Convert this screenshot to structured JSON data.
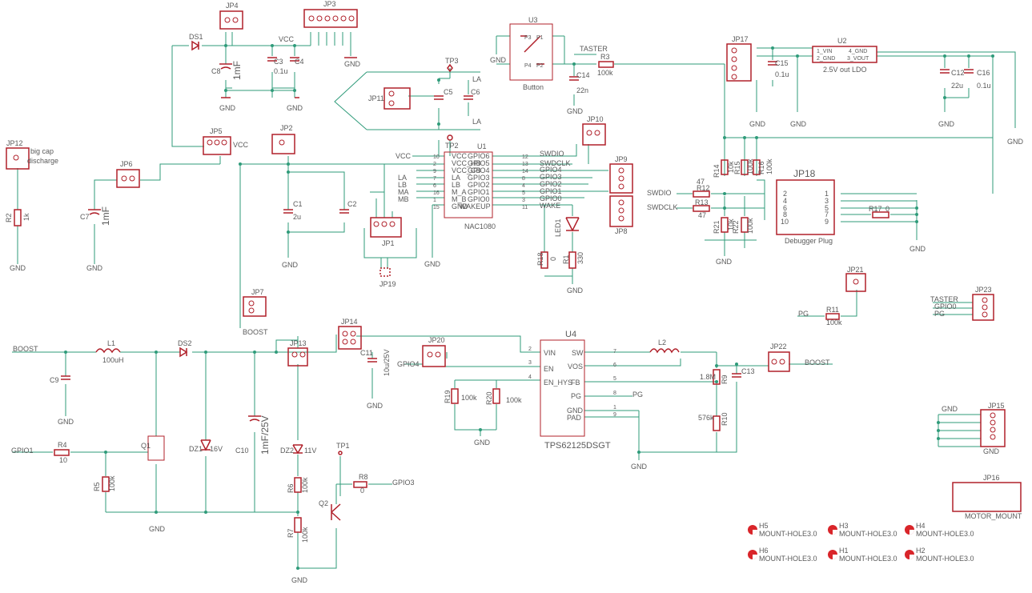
{
  "colors": {
    "wire": "#2f9b7a",
    "part": "#b0202a",
    "text": "#5a5a5a",
    "background": "#ffffff"
  },
  "connectors": {
    "JP1": "JP1",
    "JP2": "JP2",
    "JP3": "JP3",
    "JP4": "JP4",
    "JP5": "JP5",
    "JP6": "JP6",
    "JP7": "JP7",
    "JP8": "JP8",
    "JP9": "JP9",
    "JP10": "JP10",
    "JP11": "JP11",
    "JP12": "JP12",
    "JP13": "JP13",
    "JP14": "JP14",
    "JP15": "JP15",
    "JP16": "JP16",
    "JP17": "JP17",
    "JP18": "JP18",
    "JP19": "JP19",
    "JP20": "JP20",
    "JP21": "JP21",
    "JP22": "JP22",
    "JP23": "JP23"
  },
  "chips": {
    "U1": {
      "ref": "U1",
      "name": "NAC1080",
      "left_pins": [
        "VCC",
        "VCC_HB",
        "VCC_CB",
        "LA",
        "LB",
        "M_A",
        "M_B",
        "GND"
      ],
      "left_nums": [
        "10",
        "2",
        "9",
        "7",
        "6",
        "16",
        "1",
        "15"
      ],
      "right_pins": [
        "GPIO6",
        "GPIO5",
        "GPIO4",
        "GPIO3",
        "GPIO2",
        "GPIO1",
        "GPIO0",
        "WAKEUP"
      ],
      "right_nums": [
        "12",
        "13",
        "14",
        "8",
        "4",
        "5",
        "3",
        "11"
      ]
    },
    "U2": {
      "ref": "U2",
      "name": "2.5V out LDO",
      "pins": [
        "1_VIN",
        "2_GND",
        "4_GND",
        "3_VOUT"
      ]
    },
    "U3": {
      "ref": "U3",
      "name": "Button",
      "pins": [
        "P3",
        "P1",
        "P4",
        "P2"
      ]
    },
    "U4": {
      "ref": "U4",
      "name": "TPS62125DSGT",
      "left_pins": [
        "VIN",
        "EN",
        "EN_HYS"
      ],
      "left_nums": [
        "2",
        "3",
        "4"
      ],
      "right_pins": [
        "SW",
        "VOS",
        "FB",
        "PG",
        "GND",
        "PAD"
      ],
      "right_nums": [
        "7",
        "6",
        "5",
        "8",
        "1",
        "9"
      ]
    }
  },
  "debugger": {
    "ref": "JP18",
    "name": "Debugger Plug",
    "left_pins": [
      "2",
      "4",
      "6",
      "8",
      "10"
    ],
    "right_pins": [
      "1",
      "3",
      "5",
      "7",
      "9"
    ]
  },
  "nets": {
    "vcc": "VCC",
    "gnd": "GND",
    "la": "LA",
    "lb": "LA",
    "tp3": "TP3",
    "tp2": "TP2",
    "tp1": "TP1",
    "swdio": "SWDIO",
    "swdclk": "SWDCLK",
    "gpio4": "GPIO4",
    "gpio3": "GPIO3",
    "gpio2": "GPIO2",
    "gpio1": "GPIO1",
    "gpio0": "GPIO0",
    "wake": "WAKE",
    "taster": "TASTER",
    "boost": "BOOST",
    "pg": "PG",
    "big_cap_1": "big cap",
    "big_cap_2": "discharge",
    "mb": "MB",
    "ma": "MA",
    "la2": "LA",
    "lb2": "LB"
  },
  "components": {
    "DS1": "DS1",
    "DS2": "DS2",
    "C1": "C1",
    "C1v": "2u",
    "C2": "C2",
    "C3": "C3",
    "C3v": "0.1u",
    "C4": "C4",
    "C5": "C5",
    "C6": "C6",
    "C7": "C7",
    "C7v": "1mF",
    "C8": "C8",
    "C8v": "1mF",
    "C9": "C9",
    "C10": "C10",
    "C10v": "1mF/25V",
    "C11": "C11",
    "C11v": "10u/25V",
    "C12": "C12",
    "C12v": "22u",
    "C13": "C13",
    "C14": "C14",
    "C14v": "22n",
    "C15": "C15",
    "C15v": "0.1u",
    "C16": "C16",
    "C16v": "0.1u",
    "R1": "R1",
    "R1v": "330",
    "R2": "R2",
    "R2v": "1k",
    "R3": "R3",
    "R3v": "100k",
    "R4": "R4",
    "R4v": "10",
    "R5": "R5",
    "R5v": "100k",
    "R6": "R6",
    "R6v": "100k",
    "R7": "R7",
    "R7v": "100k",
    "R8": "R8",
    "R8v": "0",
    "R9": "R9",
    "R9v": "1.8M",
    "R10": "R10",
    "R10v": "576k",
    "R11": "R11",
    "R11v": "100k",
    "R12": "R12",
    "R12v": "47",
    "R13": "R13",
    "R13v": "47",
    "R14": "R14",
    "R14v": "10k",
    "R15": "R15",
    "R15v": "100k",
    "R16": "R16",
    "R16v": "100k",
    "R17": "R17",
    "R17v": "0",
    "R18": "R18",
    "R18v": "0",
    "R19": "R19",
    "R19v": "100k",
    "R20": "R20",
    "R20v": "100k",
    "R21": "R21",
    "R21v": "10k",
    "R22": "R22",
    "R22v": "100k",
    "L1": "L1",
    "L1v": "100uH",
    "L2": "L2",
    "Q1": "Q1",
    "Q2": "Q2",
    "DZ1": "DZ1",
    "DZ1v": "16V",
    "DZ2": "DZ2",
    "DZ2v": "11V",
    "LED1": "LED1",
    "motor_mount": "MOTOR_MOUNT"
  },
  "mount_holes": [
    {
      "ref": "H5",
      "name": "MOUNT-HOLE3.0"
    },
    {
      "ref": "H3",
      "name": "MOUNT-HOLE3.0"
    },
    {
      "ref": "H4",
      "name": "MOUNT-HOLE3.0"
    },
    {
      "ref": "H6",
      "name": "MOUNT-HOLE3.0"
    },
    {
      "ref": "H1",
      "name": "MOUNT-HOLE3.0"
    },
    {
      "ref": "H2",
      "name": "MOUNT-HOLE3.0"
    }
  ]
}
